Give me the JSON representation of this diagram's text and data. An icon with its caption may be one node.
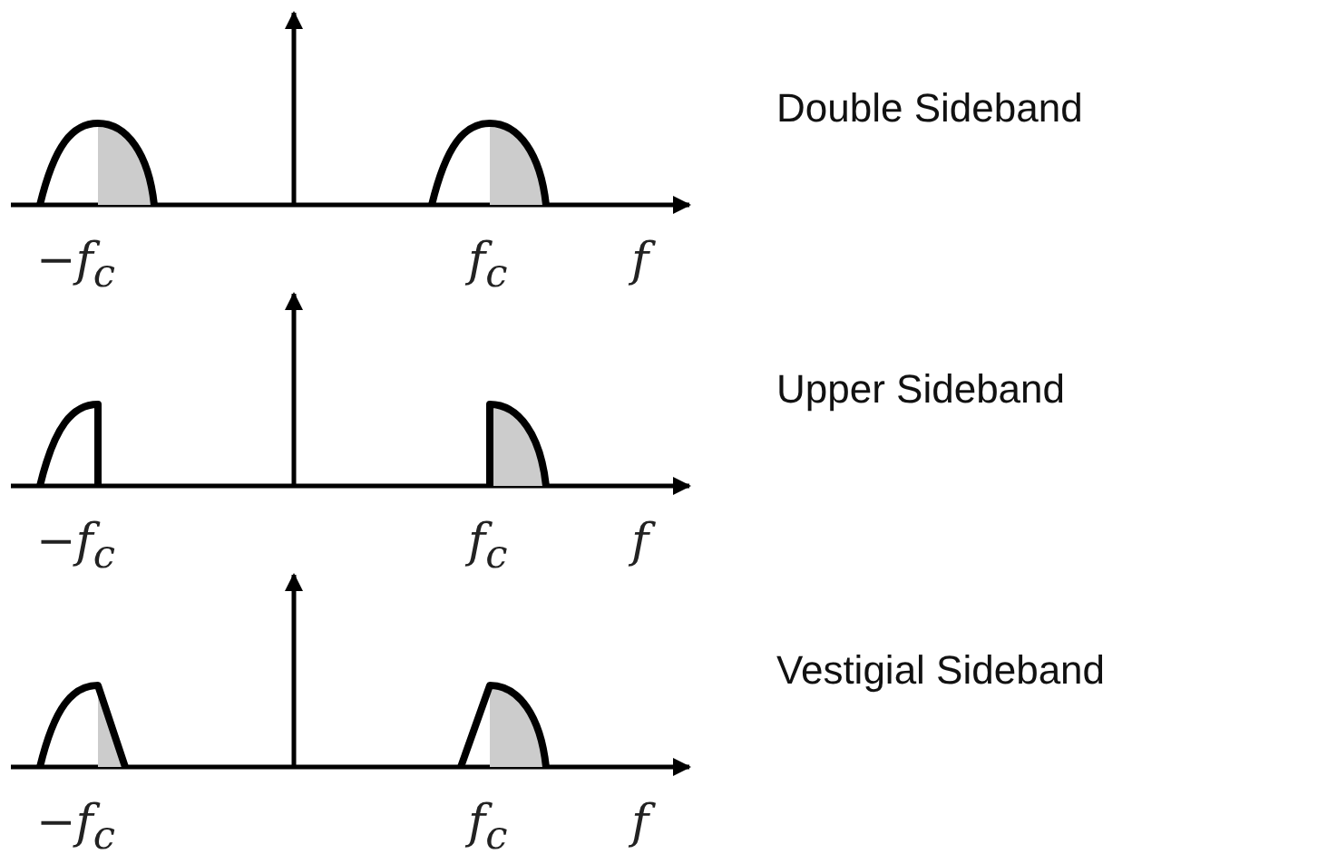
{
  "diagram": {
    "labels": [
      "−f$_{c}$",
      "f$_{c}$",
      "f",
      "Double Sideband",
      "−f$_{c}$",
      "f$_{c}$",
      "f",
      "Upper Sideband",
      "−f$_{c}$",
      "f$_{c}$",
      "f",
      "Vestigial Sideband"
    ]
  }
}
